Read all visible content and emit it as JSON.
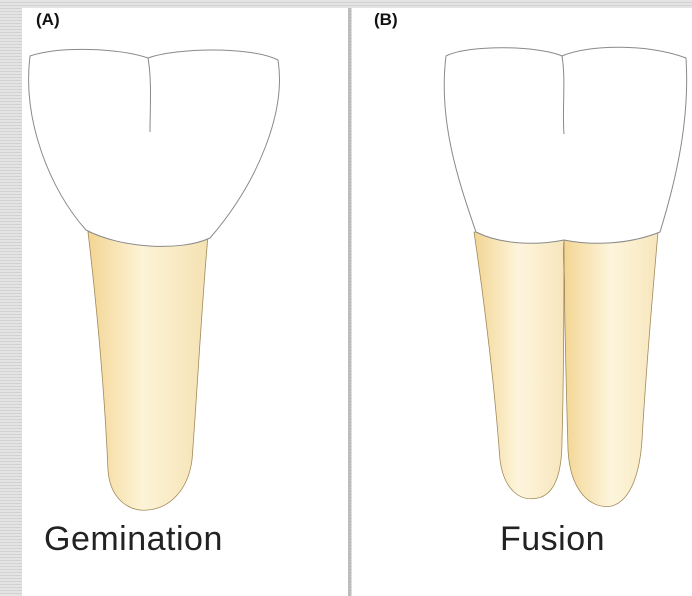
{
  "panels": {
    "a": {
      "label": "(A)",
      "caption": "Gemination"
    },
    "b": {
      "label": "(B)",
      "caption": "Fusion"
    }
  },
  "colors": {
    "crown": "#ffffff",
    "outline": "#8a8a8a",
    "root_light": "#fffbe9",
    "root_dark": "#f6dfa6",
    "panel_bg": "#ffffff",
    "frame_bg": "#dcdcdc"
  }
}
